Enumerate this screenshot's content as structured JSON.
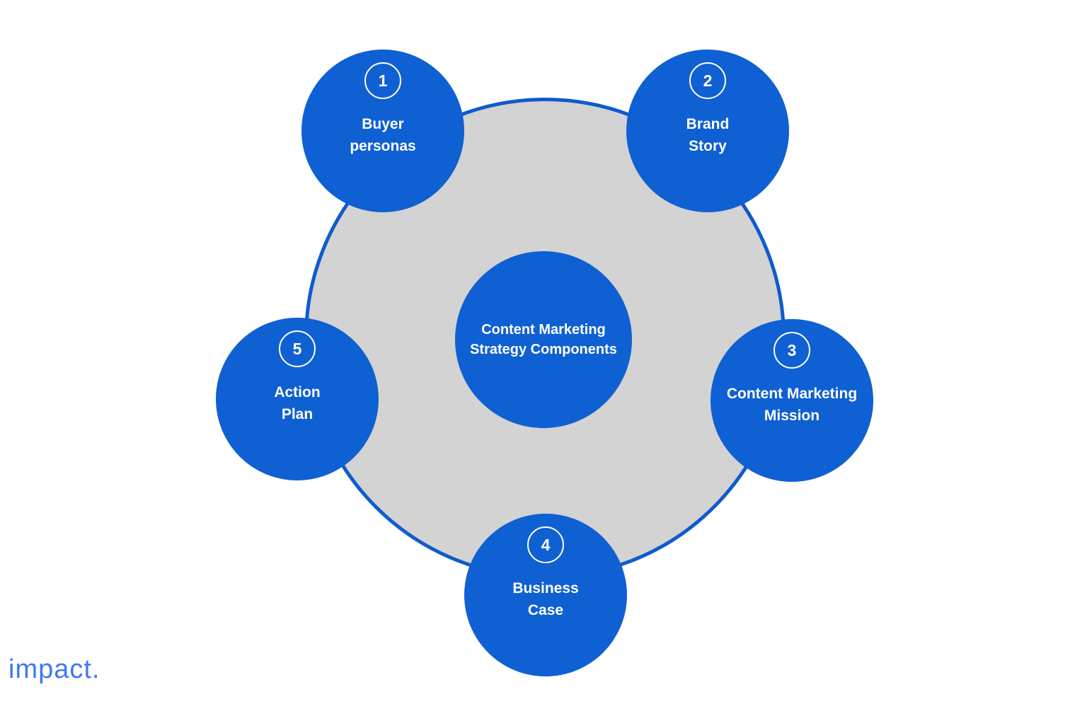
{
  "diagram": {
    "title_node": {
      "lines": [
        "Content Marketing",
        "Strategy Components"
      ]
    },
    "nodes": [
      {
        "number": "1",
        "lines": [
          "Buyer",
          "personas"
        ]
      },
      {
        "number": "2",
        "lines": [
          "Brand",
          "Story"
        ]
      },
      {
        "number": "3",
        "lines": [
          "Content Marketing",
          "Mission"
        ]
      },
      {
        "number": "4",
        "lines": [
          "Business",
          "Case"
        ]
      },
      {
        "number": "5",
        "lines": [
          "Action",
          "Plan"
        ]
      }
    ],
    "colors": {
      "node_blue": "#0f60d2",
      "ring_gray": "#d3d3d3",
      "ring_border": "#0e5ccc",
      "text_white": "#ffffff",
      "logo_blue": "#3d79f2",
      "page_bg": "#ffffff"
    }
  },
  "footer": {
    "logo_text": "impact."
  }
}
